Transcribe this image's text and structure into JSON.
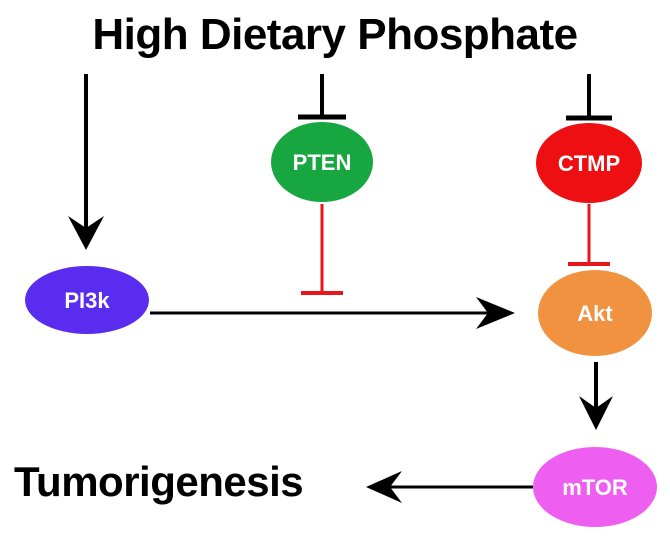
{
  "title": "High Dietary Phosphate",
  "outcome": "Tumorigenesis",
  "nodes": {
    "pi3k": {
      "label": "PI3k",
      "color": "#5a2cf0"
    },
    "pten": {
      "label": "PTEN",
      "color": "#18a641"
    },
    "ctmp": {
      "label": "CTMP",
      "color": "#ee0f12"
    },
    "akt": {
      "label": "Akt",
      "color": "#f0923f"
    },
    "mtor": {
      "label": "mTOR",
      "color": "#ee5ef0"
    }
  },
  "colors": {
    "activation": "#000000",
    "inhibition_upstream": "#000000",
    "inhibition_downstream": "#e8151b"
  }
}
